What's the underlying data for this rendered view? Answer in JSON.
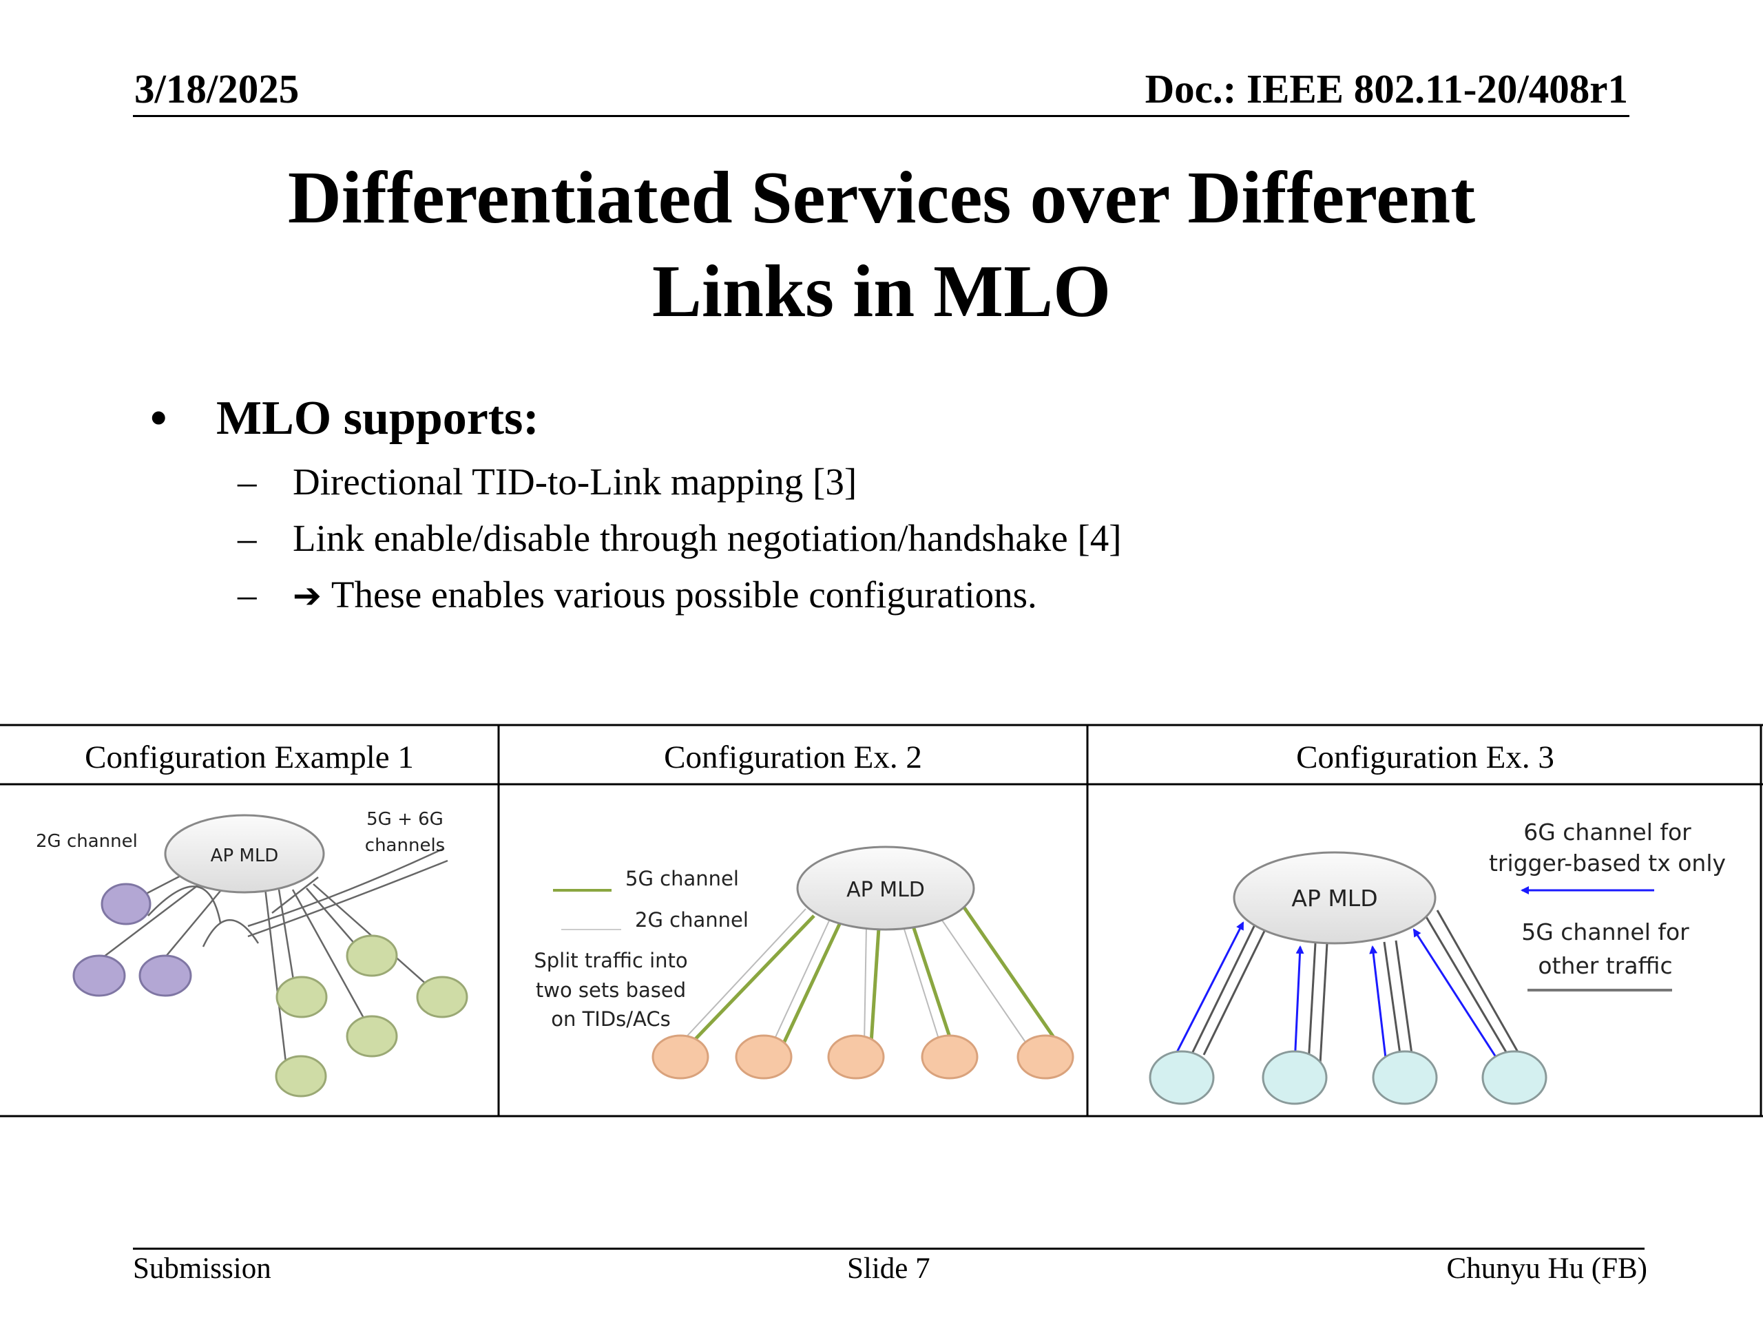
{
  "header": {
    "date": "3/18/2025",
    "doc": "Doc.: IEEE 802.11-20/408r1"
  },
  "title": {
    "line1": "Differentiated Services over Different",
    "line2": "Links in MLO"
  },
  "bullet": {
    "heading": "MLO supports:",
    "items": [
      "Directional TID-to-Link mapping [3]",
      "Link enable/disable through negotiation/handshake [4]",
      "These enables various possible configurations."
    ],
    "arrow_icon": "right-arrow-icon"
  },
  "table": {
    "headers": [
      "Configuration Example 1",
      "Configuration Ex. 2",
      "Configuration Ex. 3"
    ],
    "ex1": {
      "ap_label": "AP MLD",
      "label_2g": "2G channel",
      "label_5g6g_line1": "5G + 6G",
      "label_5g6g_line2": "channels"
    },
    "ex2": {
      "ap_label": "AP MLD",
      "legend_5g": "5G channel",
      "legend_2g": "2G channel",
      "note_line1": "Split traffic into",
      "note_line2": "two sets based",
      "note_line3": "on TIDs/ACs"
    },
    "ex3": {
      "ap_label": "AP MLD",
      "label_6g_line1": "6G channel for",
      "label_6g_line2": "trigger-based tx only",
      "label_5g_line1": "5G channel for",
      "label_5g_line2": "other traffic"
    }
  },
  "footer": {
    "left": "Submission",
    "center": "Slide 7",
    "right": "Chunyu Hu (FB)"
  },
  "colors": {
    "purple_node": "#b3a7d4",
    "green_node": "#cfdca6",
    "orange_node": "#f7c8a5",
    "teal_node": "#d4f0f0",
    "link_5g": "#8aa640",
    "arrow_blue": "#1a1aff"
  }
}
